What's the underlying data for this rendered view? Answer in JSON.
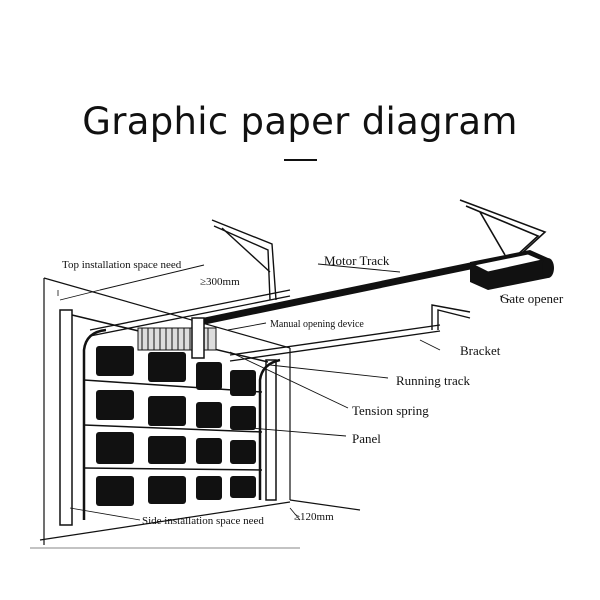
{
  "title": "Graphic paper diagram",
  "labels": {
    "top_space": "Top installation space need",
    "top_space_value": "≥300mm",
    "motor_track": "Motor Track",
    "gate_opener": "Gate opener",
    "manual_opening": "Manual opening device",
    "bracket": "Bracket",
    "running_track": "Running track",
    "tension_spring": "Tension spring",
    "panel": "Panel",
    "side_space": "Side installation space need",
    "side_space_value": "≥120mm"
  }
}
